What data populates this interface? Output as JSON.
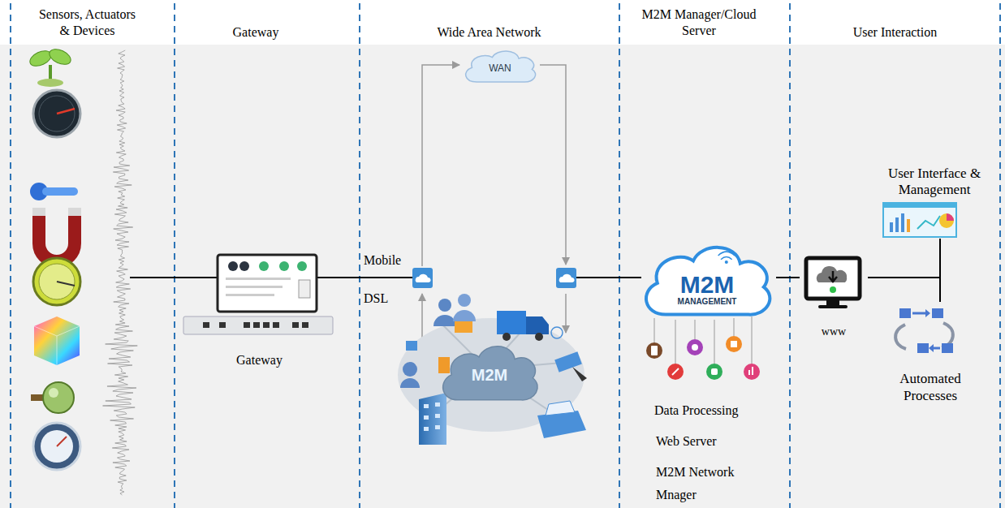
{
  "diagram": {
    "nodes": [
      {
        "text": [
          "Gateway"
        ]
      },
      {
        "text": [
          "WAN"
        ]
      },
      {
        "text": [
          "M2M"
        ]
      },
      {
        "text": [
          "M2M",
          "MANAGEMENT"
        ]
      },
      {
        "text": [
          "www"
        ]
      },
      {
        "text": [
          "User Interface & Management"
        ]
      },
      {
        "text": [
          "Automated Processes"
        ]
      }
    ],
    "edges": [
      {
        "from": 3,
        "to": 4,
        "arrow": "none"
      },
      {
        "from": 4,
        "to": 5,
        "arrow": "none"
      },
      {
        "from": 4,
        "to": 6,
        "arrow": "none"
      }
    ],
    "labels": [
      "Sensors, Actuators & Devices",
      "Gateway",
      "Wide Area Network",
      "M2M Manager/Cloud Server",
      "User Interaction",
      "Mobile",
      "DSL",
      "Data Processing",
      "Web Server",
      "M2M Network Mnager"
    ]
  }
}
